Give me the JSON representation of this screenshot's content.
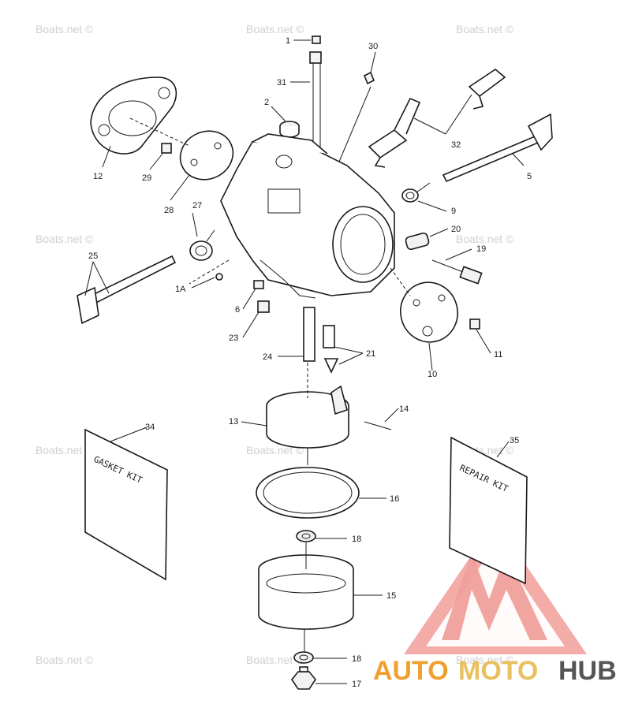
{
  "watermark": "Boats.net ©",
  "kits": {
    "gasket": "GASKET KIT",
    "repair": "REPAIR KIT"
  },
  "logo": {
    "part1": "AUTO",
    "part2": "MOTO",
    "part3": "HUB"
  },
  "callouts": [
    "1",
    "30",
    "31",
    "2",
    "32",
    "12",
    "29",
    "5",
    "28",
    "27",
    "9",
    "20",
    "19",
    "25",
    "1A",
    "6",
    "23",
    "11",
    "10",
    "24",
    "21",
    "14",
    "13",
    "34",
    "35",
    "16",
    "18",
    "15",
    "18",
    "17"
  ],
  "colors": {
    "logo_red": "#e03a2f",
    "logo_orange": "#f0a030",
    "logo_gray": "#555555"
  }
}
